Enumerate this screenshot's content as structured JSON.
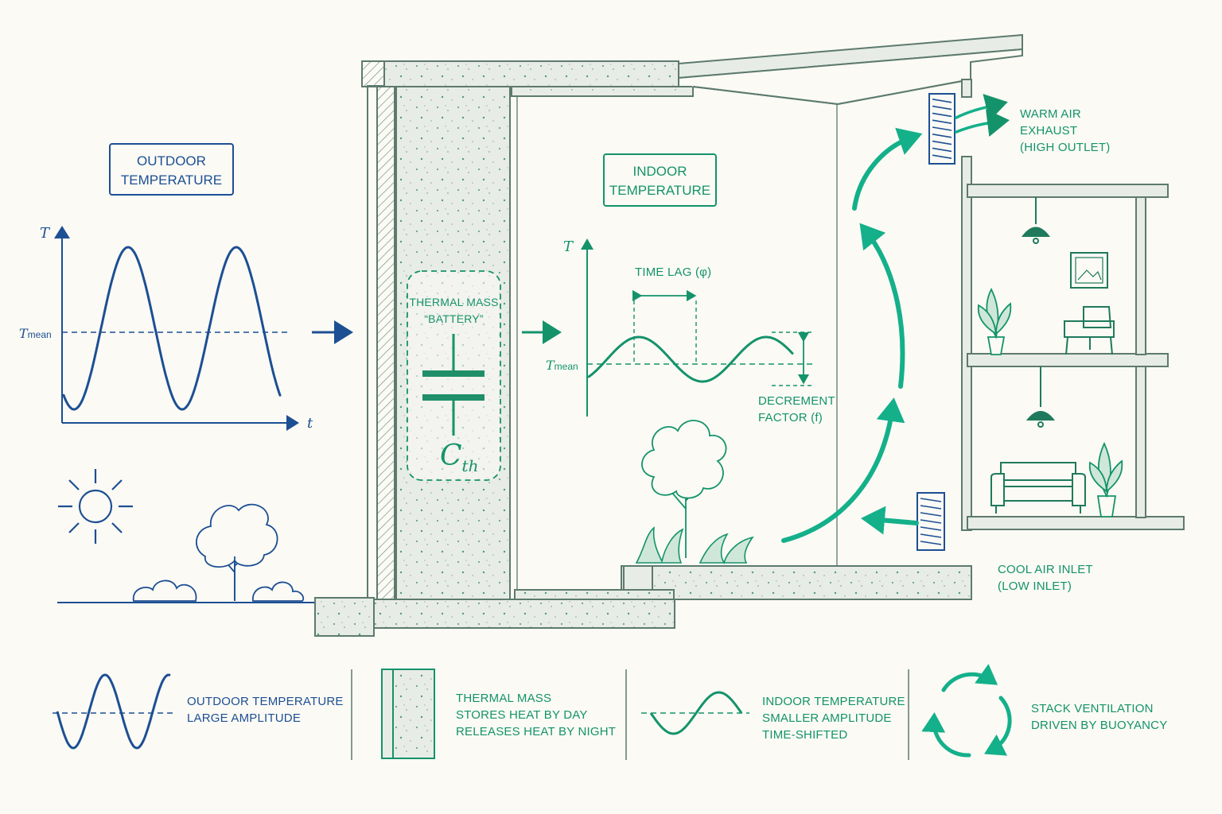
{
  "colors": {
    "outdoor": "#1d4f93",
    "indoor": "#14936b",
    "structure_outline": "#5d7a6e",
    "concrete_fill": "#e8ece6",
    "background": "#fbfaf5"
  },
  "outdoor": {
    "title_line1": "OUTDOOR",
    "title_line2": "TEMPERATURE",
    "axis_y": "T",
    "axis_x": "t",
    "mean_label": "T",
    "mean_sub": "mean"
  },
  "thermal_mass": {
    "line1": "THERMAL MASS",
    "line2": "“BATTERY”",
    "symbol": "C",
    "symbol_sub": "th"
  },
  "indoor": {
    "title_line1": "INDOOR",
    "title_line2": "TEMPERATURE",
    "axis_y": "T",
    "mean_label": "T",
    "mean_sub": "mean",
    "time_lag": "TIME LAG (φ)",
    "decrement_line1": "DECREMENT",
    "decrement_line2": "FACTOR (f)"
  },
  "vents": {
    "exhaust_line1": "WARM AIR",
    "exhaust_line2": "EXHAUST",
    "exhaust_line3": "(HIGH OUTLET)",
    "inlet_line1": "COOL AIR INLET",
    "inlet_line2": "(LOW INLET)"
  },
  "legend": {
    "outdoor_line1": "OUTDOOR TEMPERATURE",
    "outdoor_line2": "LARGE AMPLITUDE",
    "mass_line1": "THERMAL MASS",
    "mass_line2": "STORES HEAT BY DAY",
    "mass_line3": "RELEASES HEAT BY NIGHT",
    "indoor_line1": "INDOOR TEMPERATURE",
    "indoor_line2": "SMALLER AMPLITUDE",
    "indoor_line3": "TIME-SHIFTED",
    "stack_line1": "STACK VENTILATION",
    "stack_line2": "DRIVEN BY BUOYANCY"
  },
  "icons": [
    "sun-icon",
    "tree-icon",
    "bush-icon",
    "plant-icon",
    "lamp-icon",
    "chair-icon",
    "sofa-icon",
    "picture-frame-icon",
    "vent-icon",
    "cycle-arrows-icon"
  ]
}
